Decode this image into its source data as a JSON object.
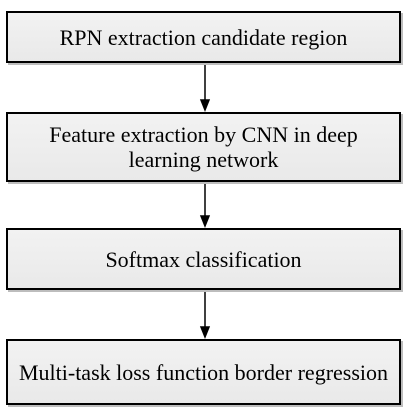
{
  "diagram": {
    "steps": [
      {
        "label": "RPN extraction candidate region"
      },
      {
        "label": "Feature extraction by CNN in deep learning network"
      },
      {
        "label": "Softmax classification"
      },
      {
        "label": "Multi-task loss function border regression"
      }
    ],
    "colors": {
      "box_fill": "#eeeeee",
      "box_border": "#000000",
      "arrow": "#000000",
      "text": "#000000"
    }
  }
}
